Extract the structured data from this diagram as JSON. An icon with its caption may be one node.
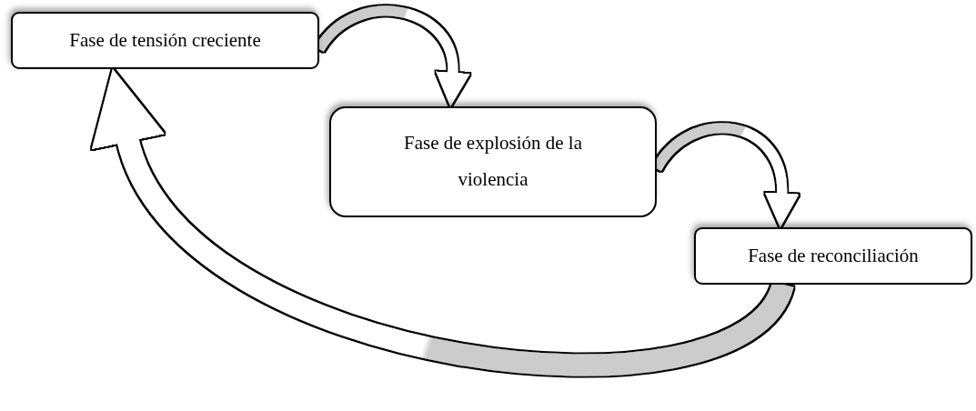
{
  "diagram": {
    "nodes": [
      {
        "text": [
          "Fase de tensión creciente"
        ]
      },
      {
        "text": [
          "Fase de explosión de la violencia"
        ]
      },
      {
        "text": [
          "Fase de reconciliación"
        ]
      }
    ],
    "edges": [
      {
        "from": 0,
        "to": 1,
        "arrow": "to"
      },
      {
        "from": 1,
        "to": 2,
        "arrow": "to"
      },
      {
        "from": 2,
        "to": 0,
        "arrow": "to"
      }
    ]
  }
}
